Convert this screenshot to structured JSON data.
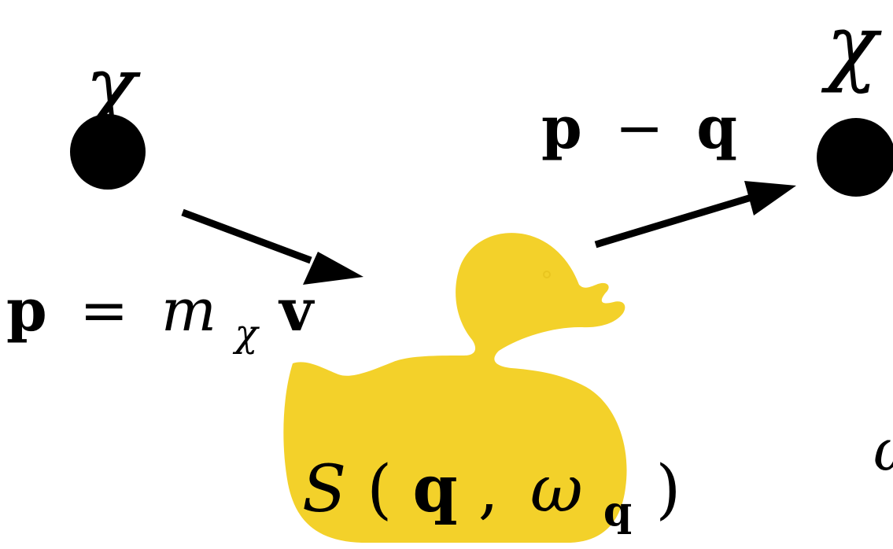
{
  "diagram": {
    "incoming_particle_label": "χ",
    "outgoing_particle_label": "χ",
    "incoming_momentum": {
      "bold_p": "p",
      "equals": "=",
      "mass_symbol": "m",
      "mass_subscript": "χ",
      "velocity": "v"
    },
    "outgoing_momentum": {
      "bold_p": "p",
      "minus": "−",
      "bold_q": "q"
    },
    "target": {
      "icon": "rubber-duck-icon",
      "fill_color": "#F3D12A",
      "label": {
        "function": "S",
        "open_paren": "(",
        "bold_q": "q",
        "comma": ",",
        "omega": "ω",
        "omega_subscript": "q",
        "close_paren": ")"
      },
      "label_color": "#1E22E6"
    },
    "partial_label": {
      "text": "ω",
      "color": "#7A1FA2"
    },
    "colors": {
      "particle": "#000000",
      "arrow": "#000000"
    }
  }
}
